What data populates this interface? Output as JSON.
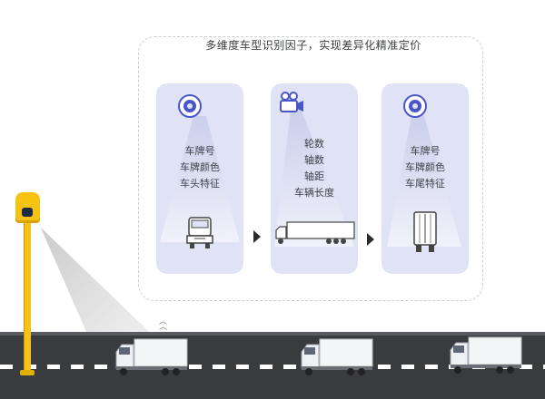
{
  "title": "多维度车型识别因子，实现差异化精准定价",
  "cards": [
    {
      "icon": "camera-lens-icon",
      "factors": [
        "车牌号",
        "车牌颜色",
        "车头特征"
      ],
      "vehicle_icon": "truck-front-icon"
    },
    {
      "icon": "video-camera-icon",
      "factors": [
        "轮数",
        "轴数",
        "轴距",
        "车辆长度"
      ],
      "vehicle_icon": "truck-side-icon"
    },
    {
      "icon": "camera-lens-icon",
      "factors": [
        "车牌号",
        "车牌颜色",
        "车尾特征"
      ],
      "vehicle_icon": "truck-rear-icon"
    }
  ],
  "colors": {
    "card_bg": "#dfe3f5",
    "icon_accent": "#4a55c8",
    "pole": "#f4c21b",
    "road": "#3a3b3f"
  },
  "scene": {
    "pole_icon": "roadside-camera-pole-icon",
    "truck_count": 3
  }
}
